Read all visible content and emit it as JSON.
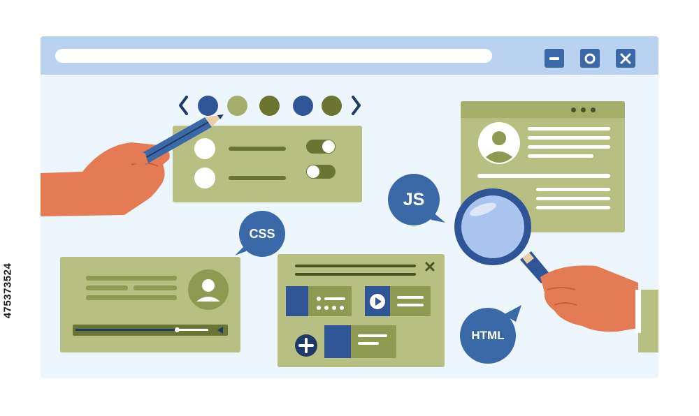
{
  "window": {
    "controls": [
      "minimize-icon",
      "maximize-icon",
      "close-icon"
    ]
  },
  "bubbles": {
    "js": "JS",
    "css": "CSS",
    "html": "HTML"
  },
  "colors": {
    "accent_blue": "#3b69a8",
    "card_olive": "#b7bf82",
    "olive_dark": "#6a7534",
    "window_bg": "#eef6fd",
    "titlebar": "#b8d2ef",
    "skin": "#e47b55"
  },
  "carousel": {
    "dot_colors": [
      "#2f5597",
      "#a5ad6b",
      "#6b7530",
      "#2f5597",
      "#6b7530"
    ]
  },
  "toggles": [
    true,
    false
  ],
  "media_slider": {
    "progress": 0.72
  },
  "watermark": "475373524"
}
